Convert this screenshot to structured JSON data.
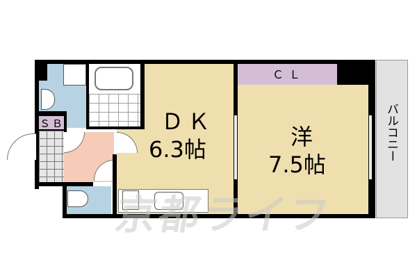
{
  "floor_plan": {
    "rooms": [
      {
        "id": "dk",
        "label": "ＤＫ",
        "size": "6.3帖",
        "color": "#f0dfae"
      },
      {
        "id": "western",
        "label": "洋",
        "size": "7.5帖",
        "color": "#f0dfae"
      },
      {
        "id": "closet",
        "label": "ＣＬ",
        "color": "#d4bed6"
      },
      {
        "id": "shoe_box",
        "label": "ＳＢ",
        "color": "#d4bed6"
      },
      {
        "id": "balcony",
        "label": "バルコニー",
        "color": "#e2e2e2"
      },
      {
        "id": "washroom",
        "label": "",
        "color": "#b7d3e3"
      },
      {
        "id": "toilet",
        "label": "",
        "color": "#b7d3e3"
      },
      {
        "id": "hall",
        "label": "",
        "color": "#f6cbb8"
      },
      {
        "id": "bath",
        "label": "",
        "color": "#ffffff"
      },
      {
        "id": "entrance",
        "label": "",
        "color": "#e6e6e6"
      }
    ],
    "watermark": "京都ライフ"
  }
}
